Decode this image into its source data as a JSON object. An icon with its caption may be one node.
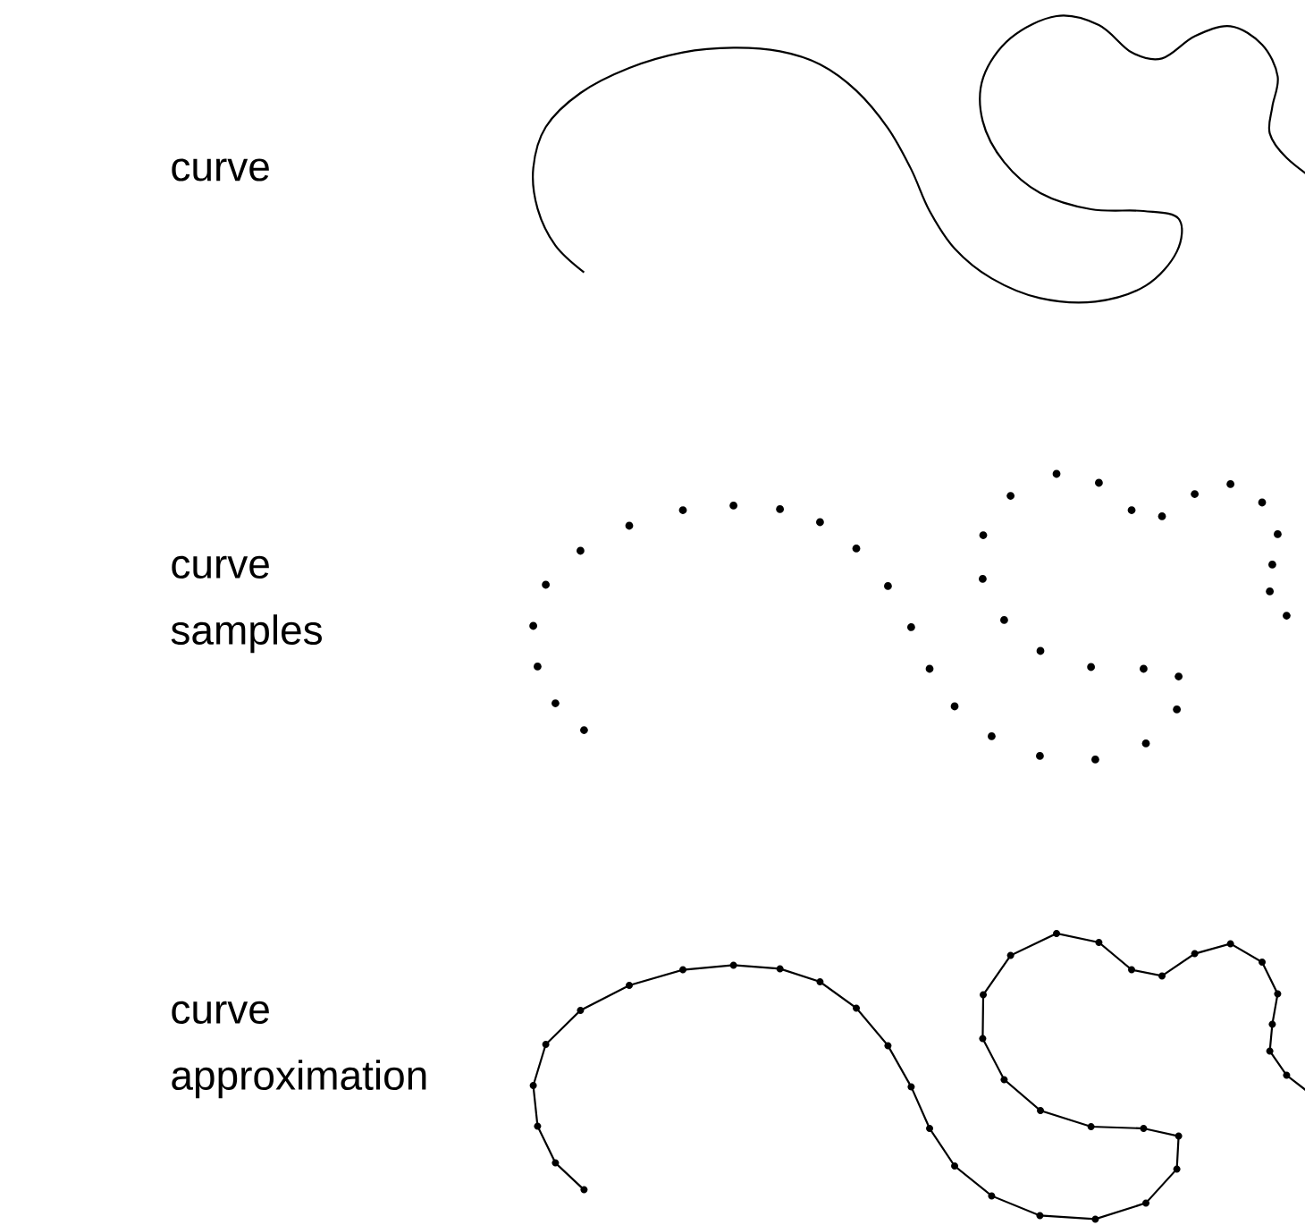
{
  "diagram": {
    "labels": [
      "curve",
      "curve samples",
      "curve approximation"
    ]
  }
}
